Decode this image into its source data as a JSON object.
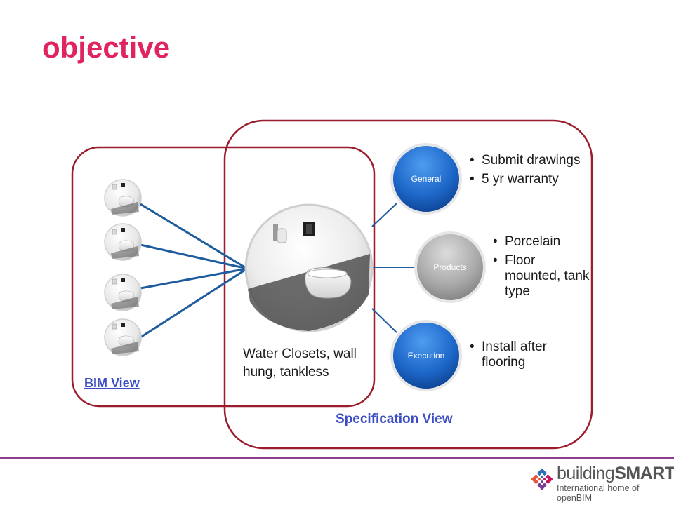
{
  "slide": {
    "title": "objective"
  },
  "views": {
    "bim_label": "BIM View",
    "specification_label": "Specification View"
  },
  "central_item": {
    "caption": "Water Closets, wall hung, tankless"
  },
  "sections": [
    {
      "label": "General",
      "bullets": [
        "Submit drawings",
        "5 yr warranty"
      ]
    },
    {
      "label": "Products",
      "bullets": [
        "Porcelain",
        "Floor mounted, tank type"
      ]
    },
    {
      "label": "Execution",
      "bullets": [
        "Install after flooring"
      ]
    }
  ],
  "bim_objects_count": 4,
  "brand": {
    "name_light": "building",
    "name_bold": "SMART",
    "tagline": "International home of openBIM"
  },
  "colors": {
    "title": "#e0245e",
    "container_border": "#9b1c2c",
    "connector": "#1f5c9e",
    "link": "#3d4ec4",
    "footer_line": "#8e3e8e"
  }
}
